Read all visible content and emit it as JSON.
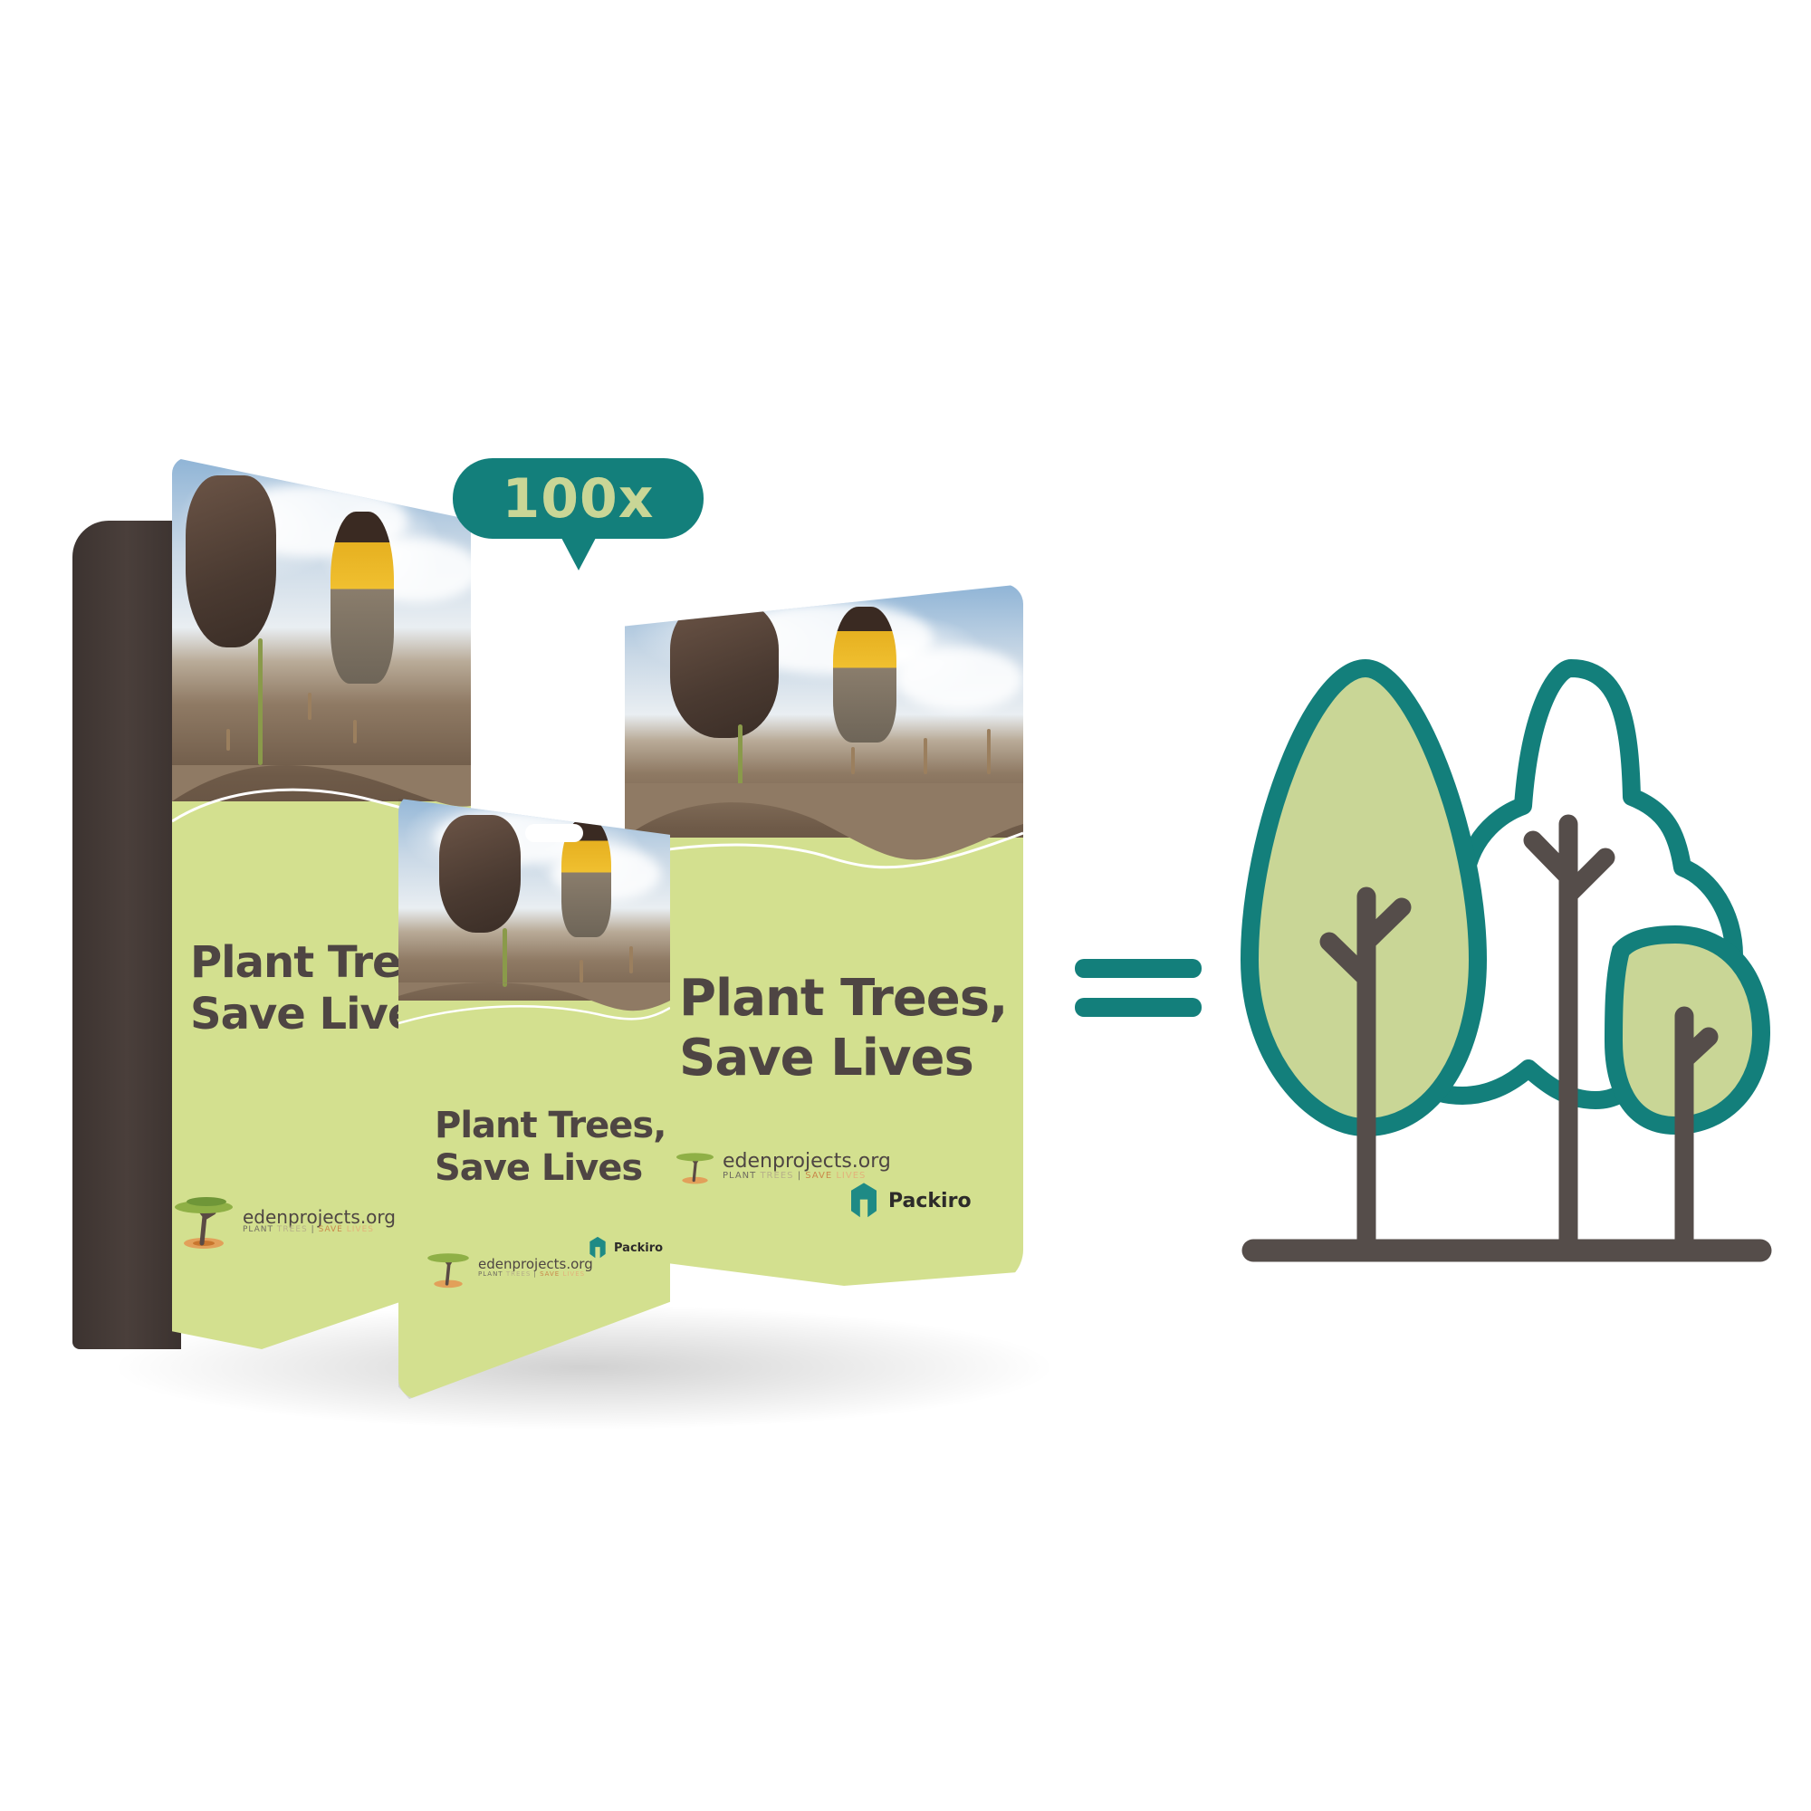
{
  "multiplier_badge": {
    "label": "100x",
    "color": "#137f7b",
    "text_color": "#c9d696"
  },
  "equals_sign": {
    "icon": "equals-icon",
    "color": "#137f7b"
  },
  "result_icon": {
    "icon": "trees-icon",
    "outline_color": "#137f7b",
    "fill_color": "#c9d696",
    "trunk_color": "#554d4a"
  },
  "packages": [
    {
      "name": "large-flat-bottom-bag",
      "headline_line1": "Plant Trees,",
      "headline_line2": "Save Lives",
      "eden_domain": "edenprojects.org",
      "eden_tag_1": "PLANT",
      "eden_tag_2": "TREES",
      "eden_tag_sep": "|",
      "eden_tag_3": "SAVE",
      "eden_tag_4": "LIVES",
      "brand": "Packiro"
    },
    {
      "name": "small-pouch",
      "headline_line1": "Plant Trees,",
      "headline_line2": "Save Lives",
      "eden_domain": "edenprojects.org",
      "eden_tag_1": "PLANT",
      "eden_tag_2": "TREES",
      "eden_tag_sep": "|",
      "eden_tag_3": "SAVE",
      "eden_tag_4": "LIVES",
      "brand": "Packiro"
    },
    {
      "name": "medium-stand-up-pouch",
      "headline_line1": "Plant Trees,",
      "headline_line2": "Save Lives",
      "eden_domain": "edenprojects.org",
      "eden_tag_1": "PLANT",
      "eden_tag_2": "TREES",
      "eden_tag_sep": "|",
      "eden_tag_3": "SAVE",
      "eden_tag_4": "LIVES",
      "brand": "Packiro"
    }
  ],
  "colors": {
    "pouch_green": "#d3e08f",
    "headline_text": "#4e4543",
    "bag_side_brown": "#433835",
    "packiro_teal": "#1e8a85"
  }
}
